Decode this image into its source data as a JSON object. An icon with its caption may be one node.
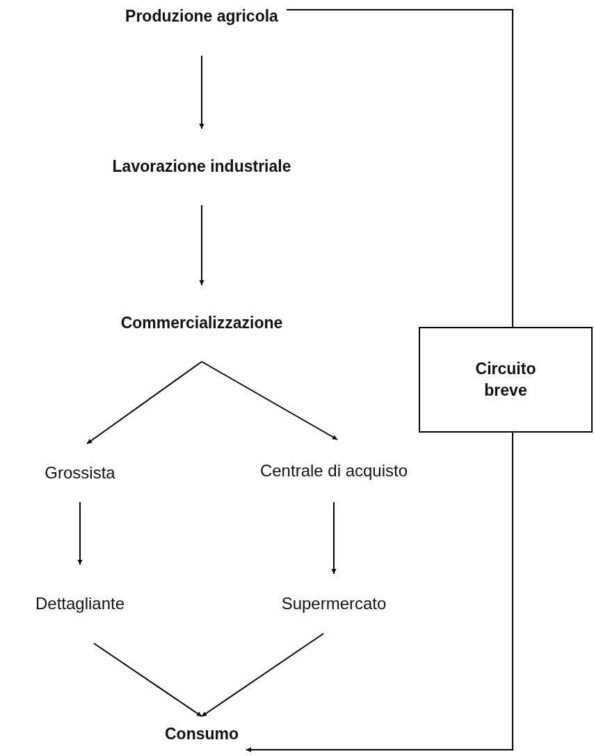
{
  "diagram": {
    "nodes": [
      {
        "text": [
          "Produzione agricola"
        ]
      },
      {
        "text": [
          "Lavorazione industriale"
        ]
      },
      {
        "text": [
          "Commercializzazione"
        ]
      },
      {
        "text": [
          "Grossista"
        ]
      },
      {
        "text": [
          "Centrale di acquisto"
        ]
      },
      {
        "text": [
          "Dettagliante"
        ]
      },
      {
        "text": [
          "Supermercato"
        ]
      },
      {
        "text": [
          "Consumo"
        ]
      },
      {
        "text": [
          "Circuito breve"
        ]
      }
    ],
    "edges": [
      {
        "from": 0,
        "to": 1,
        "arrow": "to"
      },
      {
        "from": 1,
        "to": 2,
        "arrow": "to"
      },
      {
        "from": 2,
        "to": 3,
        "arrow": "to"
      },
      {
        "from": 2,
        "to": 4,
        "arrow": "to"
      },
      {
        "from": 3,
        "to": 5,
        "arrow": "to"
      },
      {
        "from": 4,
        "to": 6,
        "arrow": "to"
      },
      {
        "from": 5,
        "to": 7,
        "arrow": "to"
      },
      {
        "from": 6,
        "to": 7,
        "arrow": "to"
      },
      {
        "from": 0,
        "to": 8,
        "arrow": "none"
      },
      {
        "from": 8,
        "to": 7,
        "arrow": "to"
      }
    ]
  }
}
